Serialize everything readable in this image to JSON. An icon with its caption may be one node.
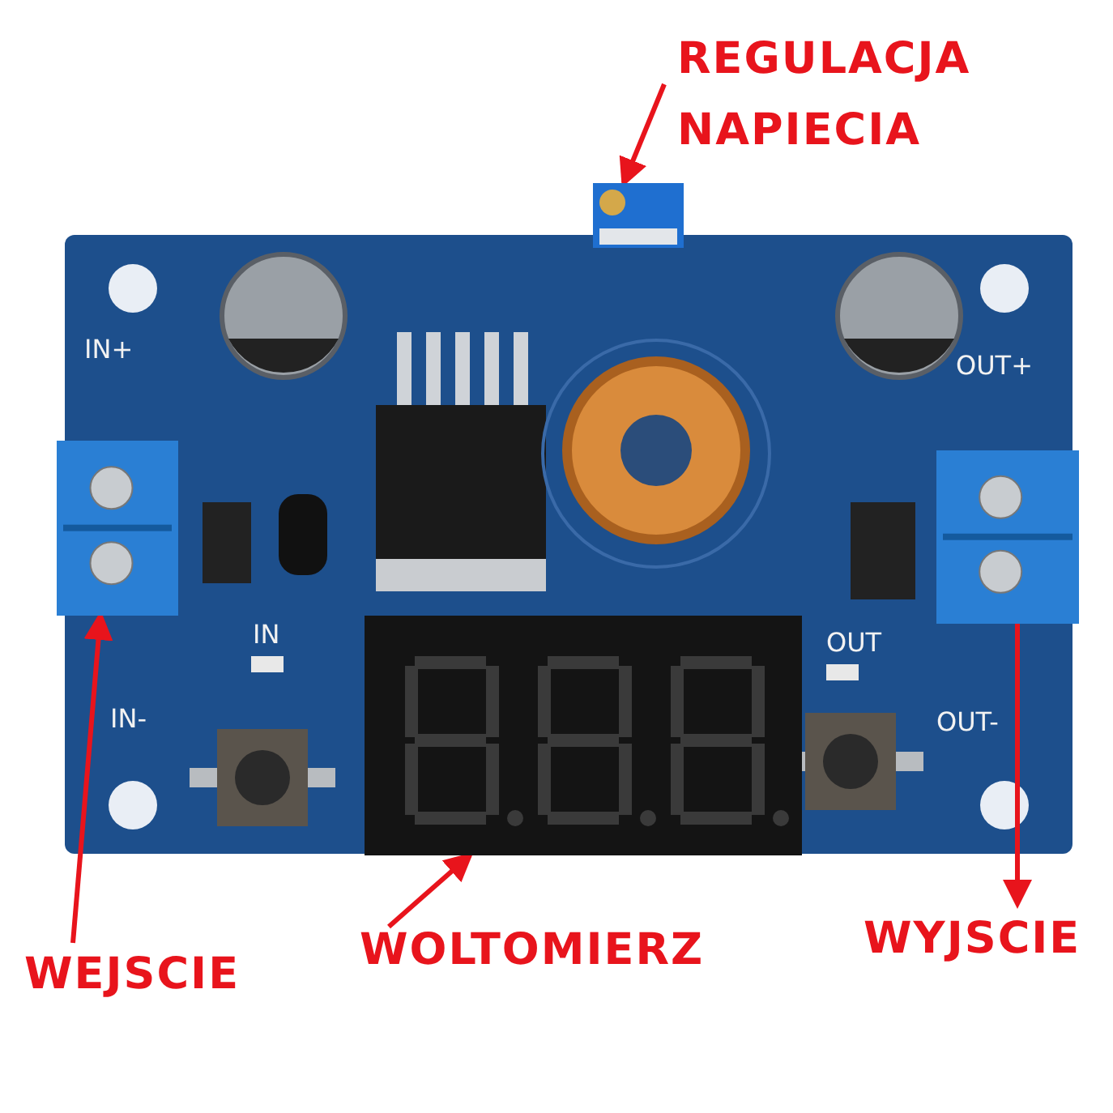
{
  "diagram": {
    "nodes": [
      {
        "text": [
          "REGULACJA NAPIECIA"
        ]
      },
      {
        "text": [],
        "shape": "picture"
      },
      {
        "text": [],
        "shape": "picture"
      },
      {
        "text": [],
        "shape": "picture"
      },
      {
        "text": [],
        "shape": "picture"
      },
      {
        "text": [
          "WEJSCIE"
        ]
      },
      {
        "text": [
          "WOLTOMIERZ"
        ]
      },
      {
        "text": [
          "WYJSCIE"
        ]
      }
    ],
    "edges": [
      {
        "from": 0,
        "to": 1,
        "arrow": "to"
      },
      {
        "from": 5,
        "to": 2,
        "arrow": "to"
      },
      {
        "from": 6,
        "to": 4,
        "arrow": "to"
      },
      {
        "from": 3,
        "to": 7,
        "arrow": "to"
      }
    ],
    "labels": [
      "IN+",
      "OUT+",
      "IN",
      "OUT",
      "IN-",
      "OUT-"
    ]
  }
}
